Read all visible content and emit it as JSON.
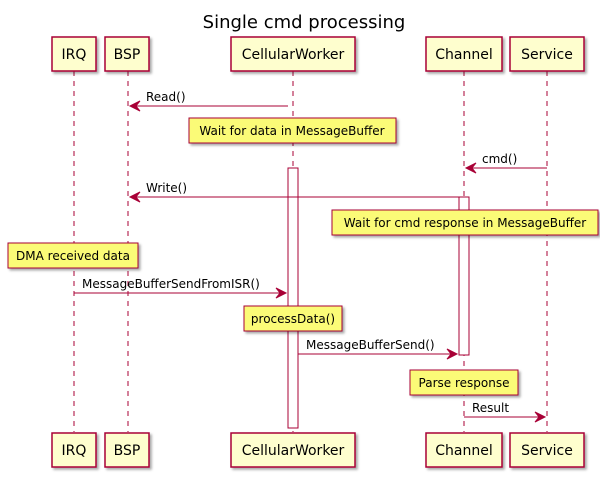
{
  "title": "Single cmd processing",
  "participants": [
    "IRQ",
    "BSP",
    "CellularWorker",
    "Channel",
    "Service"
  ],
  "messages": [
    {
      "label": "Read()",
      "from": "CellularWorker",
      "to": "BSP"
    },
    {
      "label": "cmd()",
      "from": "Service",
      "to": "Channel"
    },
    {
      "label": "Write()",
      "from": "Channel",
      "to": "BSP"
    },
    {
      "label": "MessageBufferSendFromISR()",
      "from": "IRQ",
      "to": "CellularWorker"
    },
    {
      "label": "MessageBufferSend()",
      "from": "CellularWorker",
      "to": "Channel"
    },
    {
      "label": "Result",
      "from": "Channel",
      "to": "Service"
    }
  ],
  "notes": [
    "Wait for data in MessageBuffer",
    "Wait for cmd response in MessageBuffer",
    "DMA received data",
    "processData()",
    "Parse response"
  ],
  "colors": {
    "participant_fill": "#FEFECE",
    "participant_border": "#A80036",
    "note_fill": "#FBFB77",
    "note_border": "#A80036",
    "arrow": "#A80036"
  }
}
